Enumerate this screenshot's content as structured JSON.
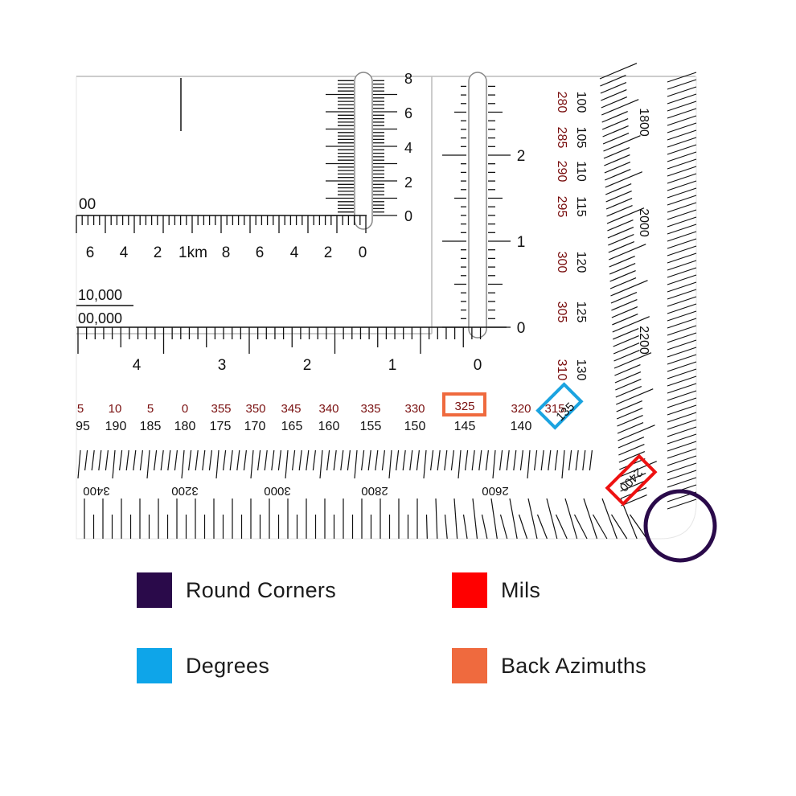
{
  "protractor": {
    "top_scale": {
      "labels": [
        "8",
        "6",
        "4",
        "2",
        "0"
      ],
      "labels_small": [
        "2",
        "1",
        "0"
      ]
    },
    "km_scale": {
      "labels": [
        "6",
        "4",
        "2",
        "1km",
        "8",
        "6",
        "4",
        "2",
        "0"
      ],
      "partial_label": "00"
    },
    "ratio_labels": [
      "10,000",
      "00,000"
    ],
    "scale_4_labels": [
      "4",
      "3",
      "2",
      "1",
      "0"
    ],
    "back_azimuth_row": [
      "5",
      "10",
      "5",
      "0",
      "355",
      "350",
      "345",
      "340",
      "335",
      "330",
      "325",
      "320",
      "315"
    ],
    "degree_row": [
      "95",
      "190",
      "185",
      "180",
      "175",
      "170",
      "165",
      "160",
      "155",
      "150",
      "145",
      "140"
    ],
    "mil_row": [
      "3400",
      "3200",
      "3000",
      "2800",
      "2600"
    ],
    "diag_deg": [
      "100",
      "105",
      "110",
      "115",
      "120",
      "125",
      "130"
    ],
    "diag_back": [
      "280",
      "285",
      "290",
      "295",
      "300",
      "305",
      "310"
    ],
    "diag_mils": [
      "1800",
      "2000",
      "2200"
    ],
    "highlights": {
      "back_azimuth": "325",
      "degree": "135",
      "mil": "2400"
    }
  },
  "legend": {
    "items": [
      {
        "label": "Round Corners",
        "color": "#2a0a4a"
      },
      {
        "label": "Mils",
        "color": "#ff0000"
      },
      {
        "label": "Degrees",
        "color": "#0ea5e9"
      },
      {
        "label": "Back Azimuths",
        "color": "#ef6a3e"
      }
    ]
  },
  "colors": {
    "tick": "#111111",
    "back_azimuth_text": "#7a1010",
    "round_corner": "#2a0a4a",
    "mils_box": "#ee1111",
    "degrees_box": "#1aa3e0",
    "back_azimuth_box": "#ef6a3e"
  }
}
